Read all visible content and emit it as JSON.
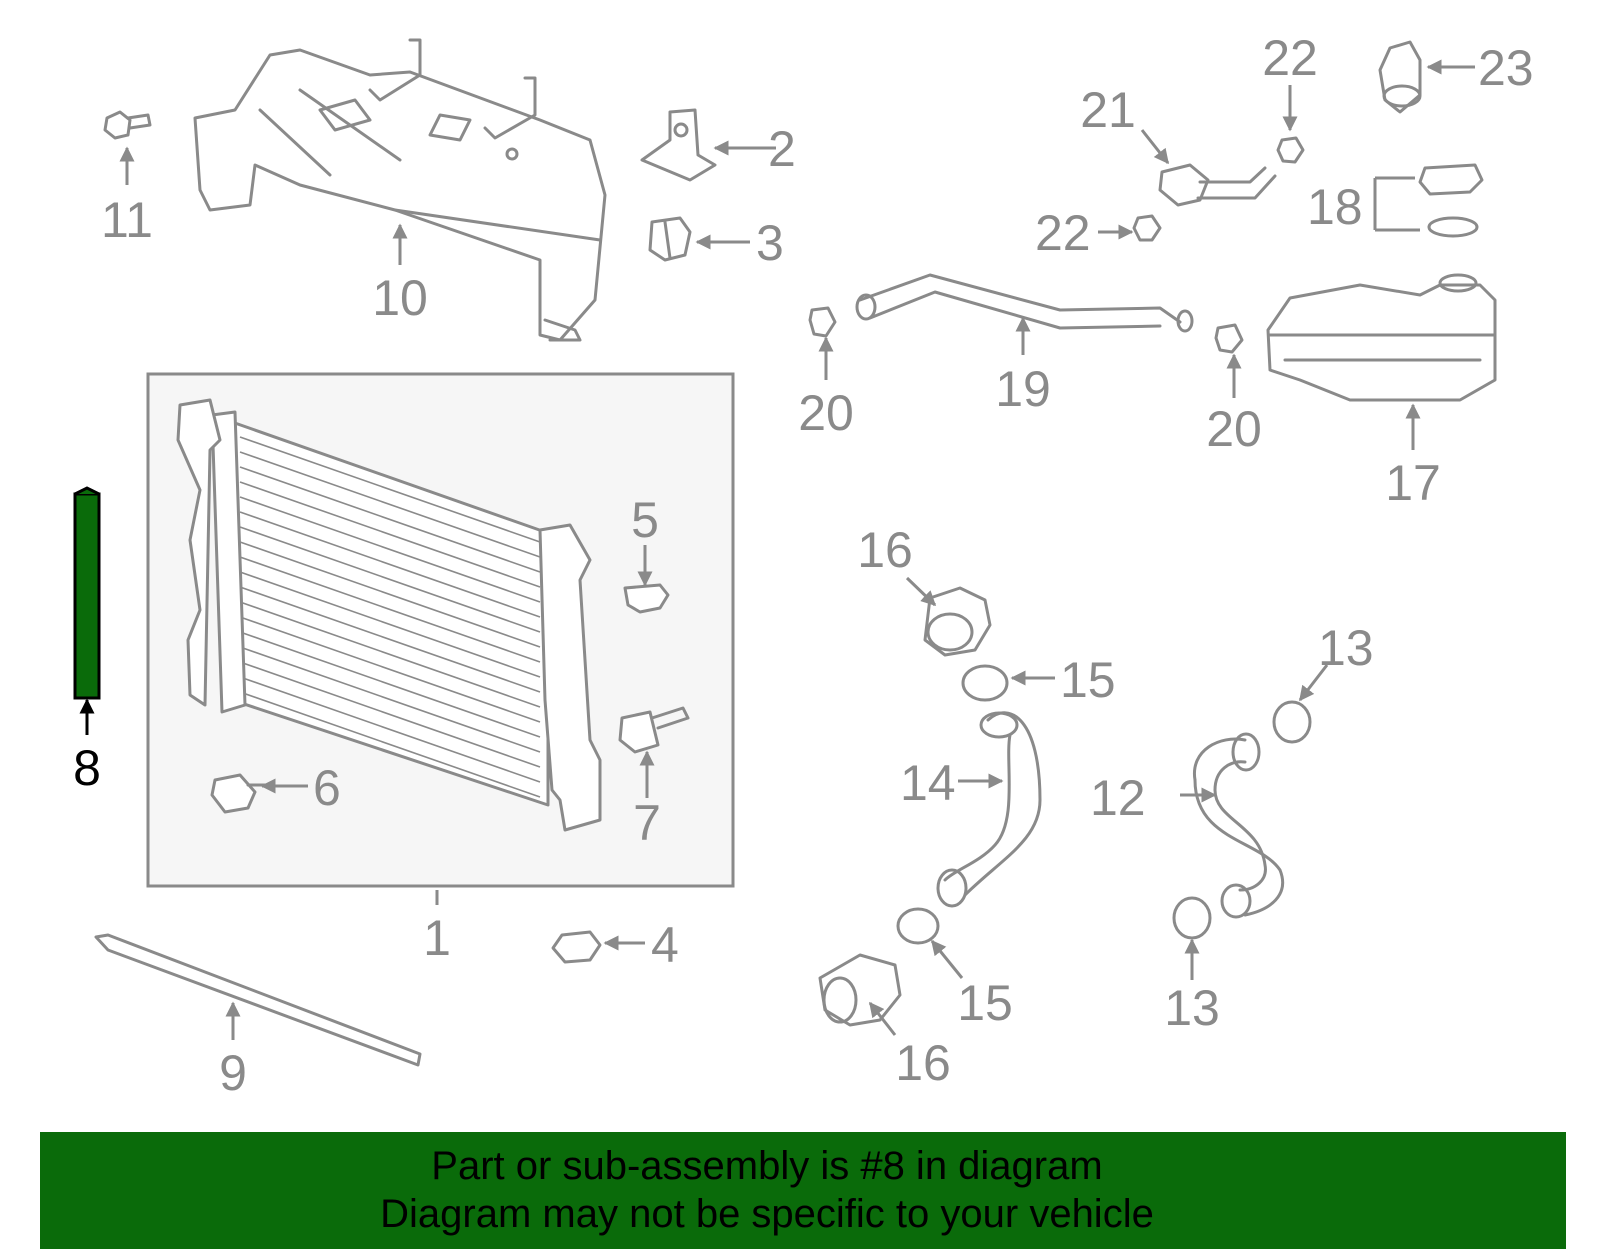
{
  "callouts": [
    "1",
    "2",
    "3",
    "4",
    "5",
    "6",
    "7",
    "8",
    "9",
    "10",
    "11",
    "12",
    "13",
    "13",
    "14",
    "15",
    "15",
    "16",
    "16",
    "17",
    "18",
    "19",
    "20",
    "20",
    "21",
    "22",
    "22",
    "23"
  ],
  "highlight": {
    "part": "8",
    "color": "#0a6b0a"
  },
  "banner": {
    "line1": "Part or sub-assembly is #8 in diagram",
    "line2": "Diagram may not be specific to your vehicle",
    "background": "#0a6b0a"
  }
}
